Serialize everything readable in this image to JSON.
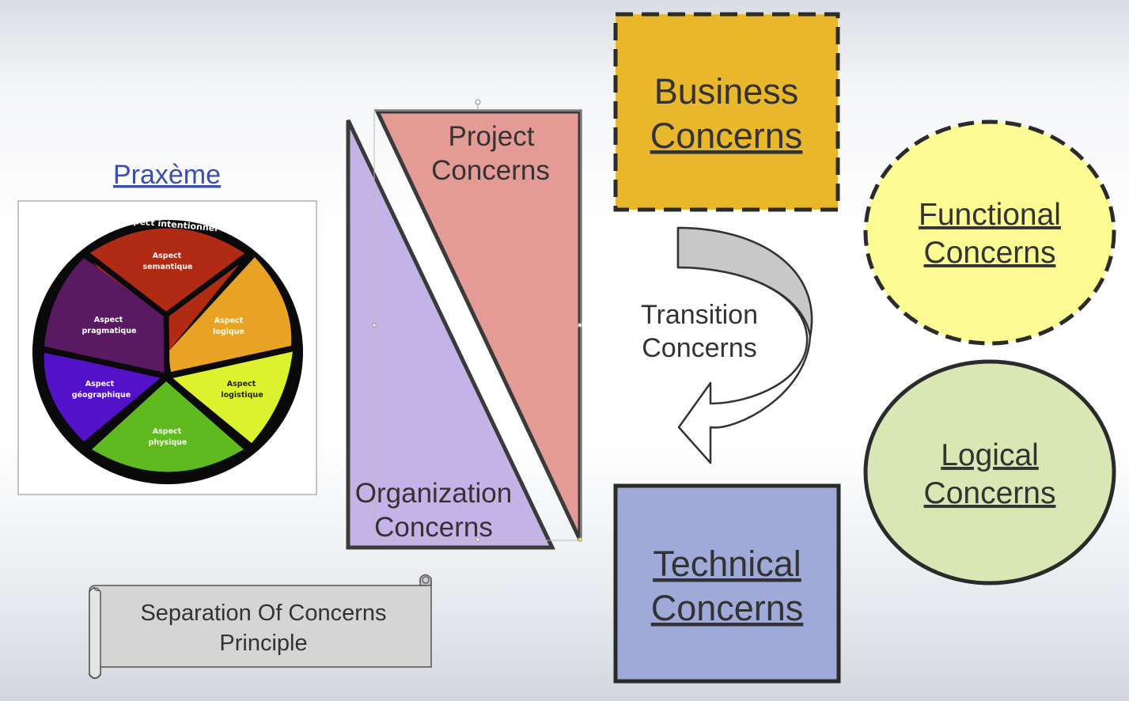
{
  "praxeme": {
    "title": "Praxème",
    "rim_label": "Aspect intentionnel",
    "segments": [
      {
        "line1": "Aspect",
        "line2": "semantique",
        "color": "#b02a14"
      },
      {
        "line1": "Aspect",
        "line2": "logique",
        "color": "#e8a224"
      },
      {
        "line1": "Aspect",
        "line2": "logistique",
        "color": "#dcf22c"
      },
      {
        "line1": "Aspect",
        "line2": "physique",
        "color": "#5fba20"
      },
      {
        "line1": "Aspect",
        "line2": "géographique",
        "color": "#5312c7"
      },
      {
        "line1": "Aspect",
        "line2": "pragmatique",
        "color": "#5a1a62"
      }
    ]
  },
  "shapes": {
    "project": {
      "line1": "Project",
      "line2": "Concerns",
      "color": "#e59b95"
    },
    "organization": {
      "line1": "Organization",
      "line2": "Concerns",
      "color": "#c4b3e6"
    },
    "business": {
      "line1": "Business",
      "line2": "Concerns",
      "color": "#e9b72b"
    },
    "transition": {
      "line1": "Transition",
      "line2": "Concerns"
    },
    "technical": {
      "line1": "Technical",
      "line2": "Concerns",
      "color": "#a0aad8"
    },
    "functional": {
      "line1": "Functional",
      "line2": "Concerns",
      "color": "#fdfb93"
    },
    "logical": {
      "line1": "Logical",
      "line2": "Concerns",
      "color": "#d8e7b4"
    }
  },
  "scroll": {
    "line1": "Separation Of Concerns",
    "line2": "Principle"
  }
}
